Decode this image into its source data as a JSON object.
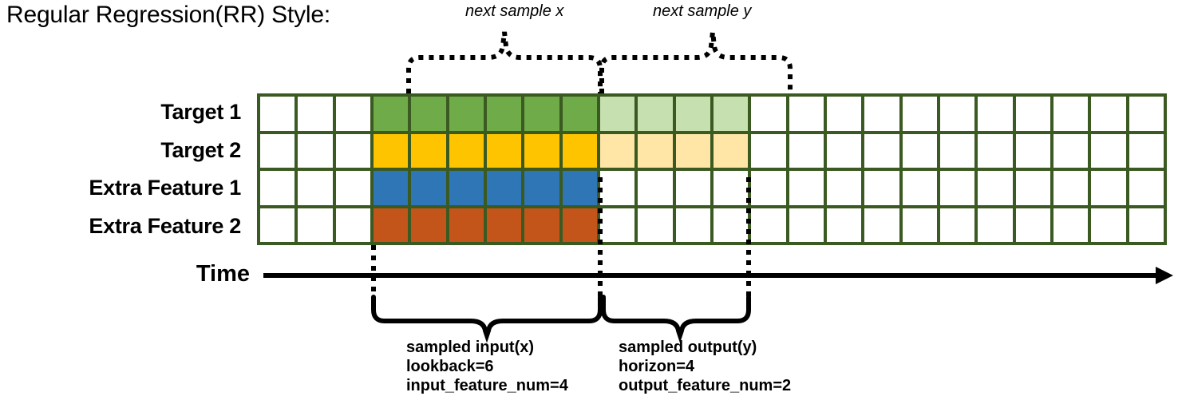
{
  "title": "Regular Regression(RR) Style:",
  "rows": [
    {
      "label": "Target 1",
      "name": "target-1"
    },
    {
      "label": "Target 2",
      "name": "target-2"
    },
    {
      "label": "Extra Feature 1",
      "name": "extra-feature-1"
    },
    {
      "label": "Extra Feature 2",
      "name": "extra-feature-2"
    }
  ],
  "grid": {
    "total_columns": 24,
    "leading_blank_columns": 3,
    "input_columns": 6,
    "output_columns": 4,
    "trailing_blank_columns": 11,
    "row_fills": [
      [
        "white",
        "white",
        "white",
        "green",
        "green",
        "green",
        "green",
        "green",
        "green",
        "greenL",
        "greenL",
        "greenL",
        "greenL",
        "white",
        "white",
        "white",
        "white",
        "white",
        "white",
        "white",
        "white",
        "white",
        "white",
        "white"
      ],
      [
        "white",
        "white",
        "white",
        "gold",
        "gold",
        "gold",
        "gold",
        "gold",
        "gold",
        "goldL",
        "goldL",
        "goldL",
        "goldL",
        "white",
        "white",
        "white",
        "white",
        "white",
        "white",
        "white",
        "white",
        "white",
        "white",
        "white"
      ],
      [
        "white",
        "white",
        "white",
        "blue",
        "blue",
        "blue",
        "blue",
        "blue",
        "blue",
        "white",
        "white",
        "white",
        "white",
        "white",
        "white",
        "white",
        "white",
        "white",
        "white",
        "white",
        "white",
        "white",
        "white",
        "white"
      ],
      [
        "white",
        "white",
        "white",
        "orange",
        "orange",
        "orange",
        "orange",
        "orange",
        "orange",
        "white",
        "white",
        "white",
        "white",
        "white",
        "white",
        "white",
        "white",
        "white",
        "white",
        "white",
        "white",
        "white",
        "white",
        "white"
      ]
    ]
  },
  "annotations": {
    "top_left": "next sample x",
    "top_right": "next sample y"
  },
  "time_axis": {
    "label": "Time"
  },
  "captions": {
    "input": {
      "line1": "sampled input(x)",
      "line2": "lookback=6",
      "line3": "input_feature_num=4"
    },
    "output": {
      "line1": "sampled output(y)",
      "line2": "horizon=4",
      "line3": "output_feature_num=2"
    }
  },
  "colors": {
    "grid_line": "#3b5a22",
    "green": "#6fab48",
    "green_light": "#c6e0b0",
    "gold": "#ffc400",
    "gold_light": "#ffe6a6",
    "blue": "#2e76b6",
    "orange": "#c4551a",
    "ink": "#000000"
  }
}
